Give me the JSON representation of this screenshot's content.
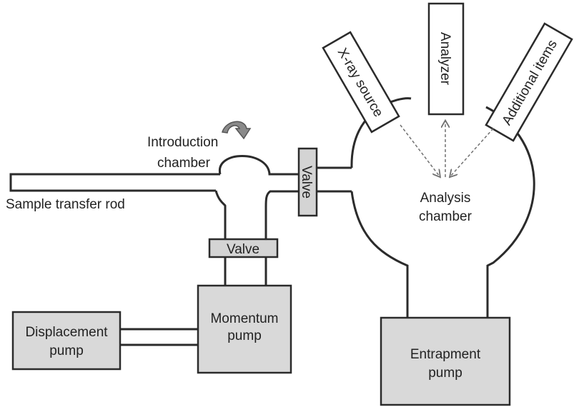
{
  "labels": {
    "introduction_chamber_line1": "Introduction",
    "introduction_chamber_line2": "chamber",
    "sample_transfer_rod": "Sample transfer rod",
    "valve_vertical": "Valve",
    "valve_horizontal": "Valve",
    "analysis_chamber_line1": "Analysis",
    "analysis_chamber_line2": "chamber",
    "xray_source": "X-ray source",
    "analyzer": "Analyzer",
    "additional_items": "Additional items",
    "momentum_pump_line1": "Momentum",
    "momentum_pump_line2": "pump",
    "displacement_pump_line1": "Displacement",
    "displacement_pump_line2": "pump",
    "entrapment_pump_line1": "Entrapment",
    "entrapment_pump_line2": "pump"
  },
  "colors": {
    "pump_fill": "#d9d9d9",
    "valve_fill": "#d4d4d4",
    "outline": "#2b2b2b",
    "rotate_arrow": "#8a8a8a"
  },
  "icons": {
    "rotation": "curved-arrow-icon"
  }
}
